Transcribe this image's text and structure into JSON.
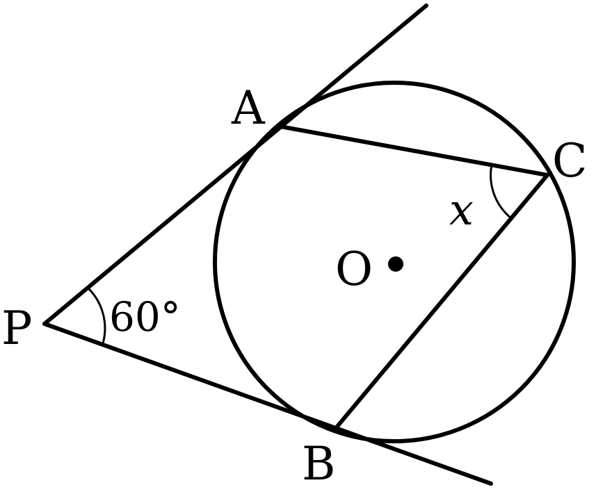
{
  "points": {
    "A": "A",
    "B": "B",
    "C": "C",
    "P": "P",
    "O": "O"
  },
  "angles": {
    "at_P": "60°",
    "at_C": "x"
  }
}
